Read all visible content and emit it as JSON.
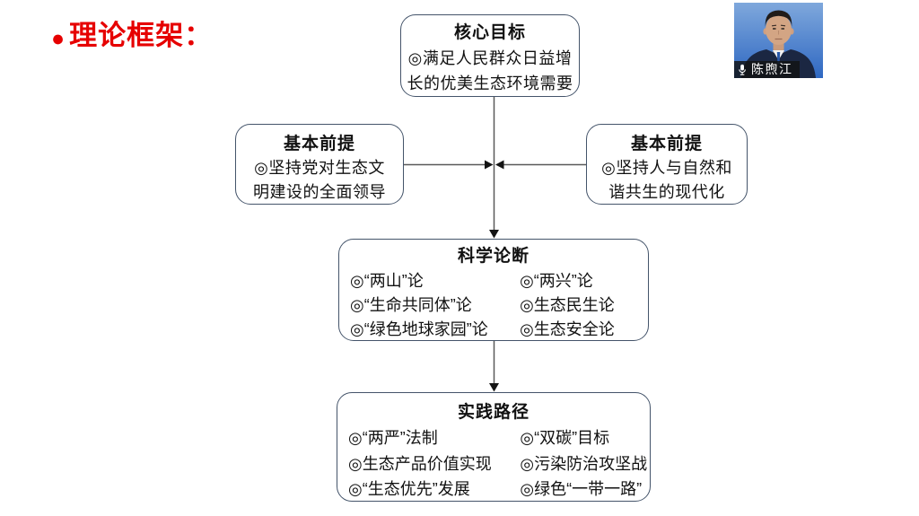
{
  "slide": {
    "title_bullet": "●",
    "title": "理论框架："
  },
  "webcam": {
    "presenter_name": "陈煦江",
    "mic_icon": "microphone"
  },
  "diagram": {
    "core_goal": {
      "title": "核心目标",
      "line1": "◎满足人民群众日益增",
      "line2": "长的优美生态环境需要"
    },
    "premise_left": {
      "title": "基本前提",
      "line1": "◎坚持党对生态文",
      "line2": "明建设的全面领导"
    },
    "premise_right": {
      "title": "基本前提",
      "line1": "◎坚持人与自然和",
      "line2": "谐共生的现代化"
    },
    "science": {
      "title": "科学论断",
      "left_items": [
        "◎“两山”论",
        "◎“生命共同体”论",
        "◎“绿色地球家园”论"
      ],
      "right_items": [
        "◎“两兴”论",
        "◎生态民生论",
        "◎生态安全论"
      ]
    },
    "practice": {
      "title": "实践路径",
      "left_items": [
        "◎“两严”法制",
        "◎生态产品价值实现",
        "◎“生态优先”发展"
      ],
      "right_items": [
        "◎“双碳”目标",
        "◎污染防治攻坚战",
        "◎绿色“一带一路”"
      ]
    }
  },
  "colors": {
    "accent_red": "#e60000",
    "box_border": "#44546a",
    "connector_line": "#595959",
    "arrowhead": "#141414",
    "webcam_backdrop_blue": "#3a6fc6"
  }
}
